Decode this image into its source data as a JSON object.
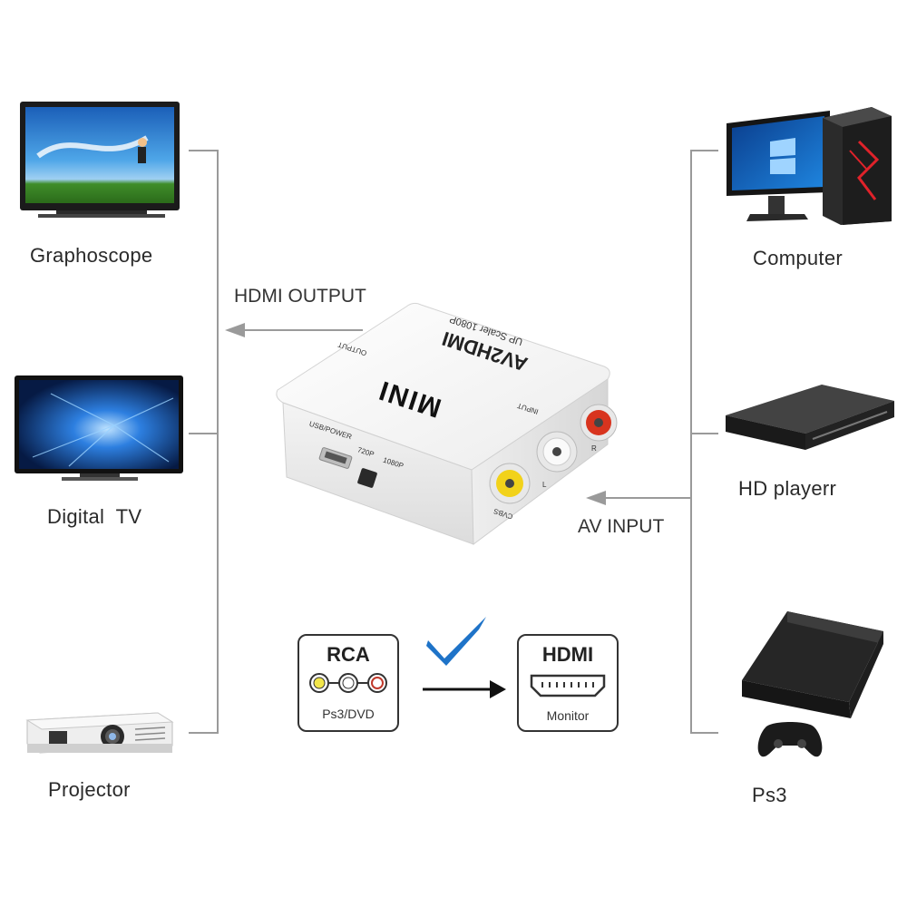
{
  "left_devices": [
    {
      "label": "Graphoscope",
      "icon": "flat-tv-icon"
    },
    {
      "label": "Digital  TV",
      "icon": "digital-tv-icon"
    },
    {
      "label": "Projector",
      "icon": "projector-icon"
    }
  ],
  "right_devices": [
    {
      "label": "Computer",
      "icon": "desktop-computer-icon"
    },
    {
      "label": "HD playerr",
      "icon": "hd-player-icon"
    },
    {
      "label": "Ps3",
      "icon": "ps3-console-icon"
    }
  ],
  "arrows": {
    "output": "HDMI OUTPUT",
    "input": "AV INPUT"
  },
  "device": {
    "brand": "MINI",
    "model": "AV2HDMI",
    "subtitle": "UP Scaler 1080P",
    "output_port": "OUTPUT",
    "input_port": "INPUT",
    "power_port": "USB/POWER",
    "switch_720": "720P",
    "switch_1080": "1080P",
    "jack_l": "L",
    "jack_r": "R",
    "jack_cvbs": "CVBS"
  },
  "conversion": {
    "source_title": "RCA",
    "source_sub": "Ps3/DVD",
    "target_title": "HDMI",
    "target_sub": "Monitor"
  },
  "colors": {
    "line": "#9a9a9a",
    "check": "#1e73c8",
    "jack_yellow": "#f2d21a",
    "jack_red": "#d8341e"
  }
}
